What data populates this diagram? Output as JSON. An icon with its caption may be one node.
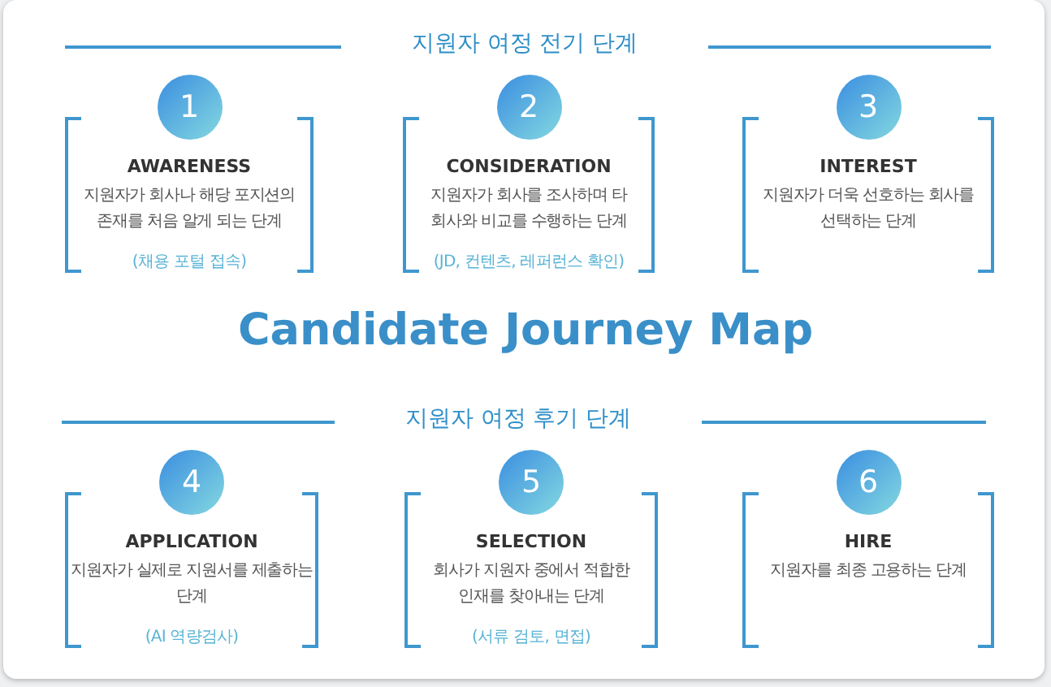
{
  "diagram": {
    "title": "Candidate Journey Map",
    "nodes": [
      {
        "text": [
          "1",
          "AWARENESS",
          "지원자가 회사나 해당 포지션의 존재를 처음 알게 되는 단계",
          "(채용 포털 접속)"
        ]
      },
      {
        "text": [
          "2",
          "CONSIDERATION",
          "지원자가 회사를 조사하며 타 회사와 비교를 수행하는 단계",
          "(JD, 컨텐츠, 레퍼런스 확인)"
        ]
      },
      {
        "text": [
          "3",
          "INTEREST",
          "지원자가 더욱 선호하는 회사를 선택하는 단계"
        ]
      },
      {
        "text": [
          "4",
          "APPLICATION",
          "지원자가 실제로 지원서를 제출하는 단계",
          "(AI 역량검사)"
        ]
      },
      {
        "text": [
          "5",
          "SELECTION",
          "회사가 지원자 중에서 적합한 인재를 찾아내는 단계",
          "(서류 검토, 면접)"
        ]
      },
      {
        "text": [
          "6",
          "HIRE",
          "지원자를 최종 고용하는 단계"
        ]
      }
    ],
    "labels": [
      "지원자 여정 전기 단계",
      "지원자 여정 후기 단계"
    ]
  }
}
